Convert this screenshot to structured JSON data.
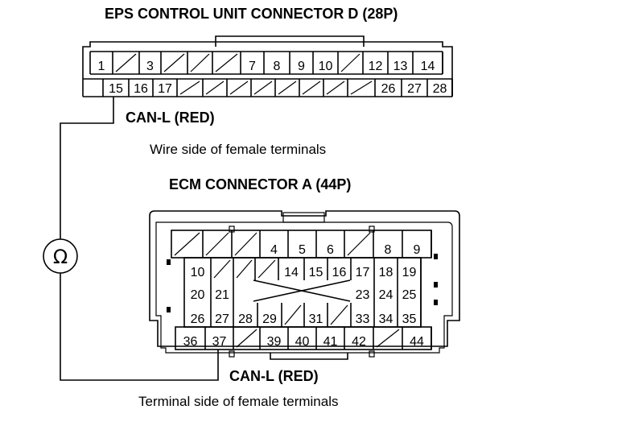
{
  "eps_connector": {
    "title": "EPS CONTROL UNIT CONNECTOR D (28P)",
    "wire_label": "CAN-L (RED)",
    "side_caption": "Wire side of female terminals",
    "pins": [
      "1",
      "3",
      "7",
      "8",
      "9",
      "10",
      "12",
      "13",
      "14",
      "15",
      "16",
      "17",
      "26",
      "27",
      "28"
    ]
  },
  "ecm_connector": {
    "title": "ECM CONNECTOR A (44P)",
    "wire_label": "CAN-L (RED)",
    "side_caption": "Terminal side of female terminals",
    "pins": [
      "4",
      "5",
      "6",
      "8",
      "9",
      "10",
      "14",
      "15",
      "16",
      "17",
      "18",
      "19",
      "20",
      "21",
      "23",
      "24",
      "25",
      "26",
      "27",
      "28",
      "29",
      "31",
      "33",
      "34",
      "35",
      "36",
      "37",
      "39",
      "40",
      "41",
      "42",
      "44"
    ]
  },
  "meter_symbol": "Ω"
}
